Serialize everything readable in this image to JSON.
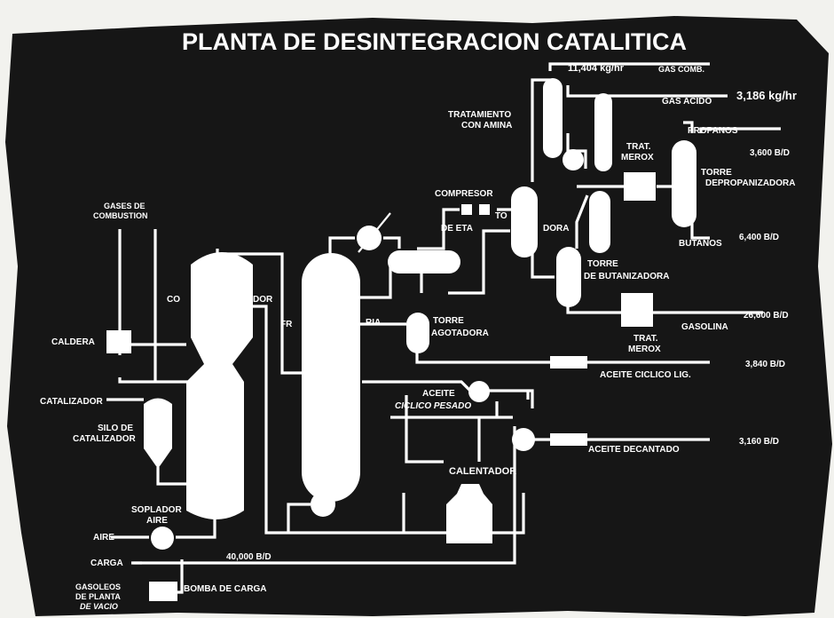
{
  "title": "PLANTA DE DESINTEGRACION CATALITICA",
  "labels": {
    "flow_gas_comb": "11,404 kg/hr",
    "gas_comb": "GAS COMB.",
    "gas_acido": "GAS ACIDO",
    "flow_gas_acido": "3,186 kg/hr",
    "tratamiento_amina_1": "TRATAMIENTO",
    "tratamiento_amina_2": "CON AMINA",
    "propanos": "PROPANOS",
    "flow_propanos": "3,600 B/D",
    "trat_merox_top_1": "TRAT.",
    "trat_merox_top_2": "MEROX",
    "torre_deprop_1": "TORRE",
    "torre_deprop_2": "DEPROPANIZADORA",
    "compresor": "COMPRESOR",
    "to_fragment": "TO",
    "deeta_fragment": "DE ETA",
    "dora_fragment": "DORA",
    "butanos": "BUTANOS",
    "flow_butanos": "6,400 B/D",
    "gases_comb_1": "GASES DE",
    "gases_comb_2": "COMBUSTION",
    "torre_butan_1": "TORRE",
    "torre_butan_2": "DE BUTANIZADORA",
    "co_fragment": "CO",
    "dor_fragment": "DOR",
    "fr_fragment": "FR",
    "ria_fragment": "RIA",
    "torre_agot_1": "TORRE",
    "torre_agot_2": "AGOTADORA",
    "caldera": "CALDERA",
    "flow_gasolina": "26,600 B/D",
    "gasolina": "GASOLINA",
    "trat_merox_bot_1": "TRAT.",
    "trat_merox_bot_2": "MEROX",
    "flow_aceite_ciclico": "3,840 B/D",
    "aceite_ciclico_lig": "ACEITE CICLICO LIG.",
    "catalizador": "CATALIZADOR",
    "aceite_pesado_1": "ACEITE",
    "aceite_pesado_2": "CICLICO  PESADO",
    "silo_1": "SILO DE",
    "silo_2": "CATALIZADOR",
    "flow_decantado": "3,160 B/D",
    "aceite_decantado": "ACEITE DECANTADO",
    "calentador": "CALENTADOR",
    "soplador_1": "SOPLADOR",
    "soplador_2": "AIRE",
    "aire": "AIRE",
    "carga": "CARGA",
    "flow_carga": "40,000 B/D",
    "gasoleos_1": "GASOLEOS",
    "gasoleos_2": "DE PLANTA",
    "gasoleos_3": "DE VACIO",
    "bomba_carga": "BOMBA DE CARGA"
  },
  "colors": {
    "panel": "#161616",
    "paper": "#f2f2ee",
    "ink": "#ffffff"
  }
}
